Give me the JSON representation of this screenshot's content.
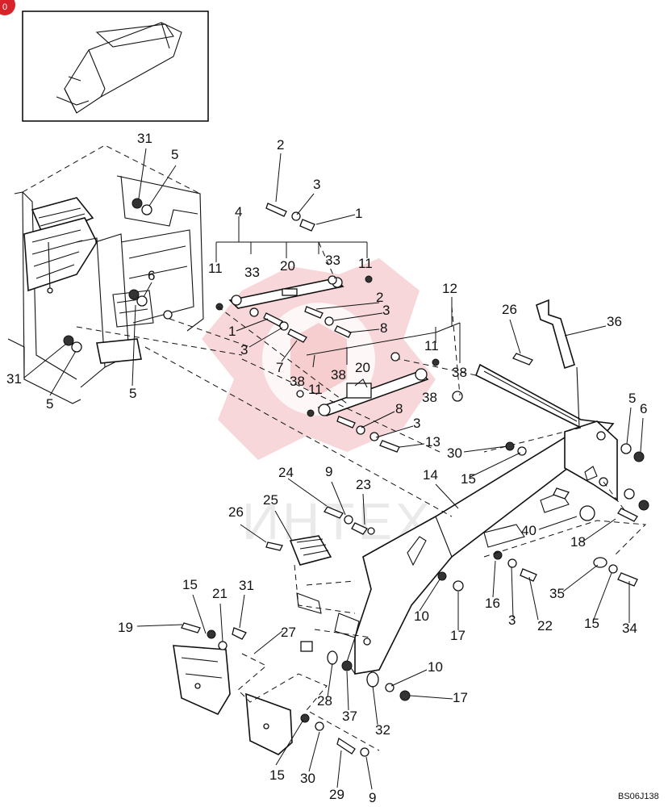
{
  "diagram": {
    "callouts": [
      {
        "text": "31"
      },
      {
        "text": "5"
      },
      {
        "text": "31"
      },
      {
        "text": "5"
      },
      {
        "text": "5"
      },
      {
        "text": "6"
      },
      {
        "text": "2"
      },
      {
        "text": "3"
      },
      {
        "text": "1"
      },
      {
        "text": "4"
      },
      {
        "text": "11"
      },
      {
        "text": "33"
      },
      {
        "text": "20"
      },
      {
        "text": "33"
      },
      {
        "text": "11"
      },
      {
        "text": "2"
      },
      {
        "text": "3"
      },
      {
        "text": "8"
      },
      {
        "text": "1"
      },
      {
        "text": "3"
      },
      {
        "text": "7"
      },
      {
        "text": "12"
      },
      {
        "text": "11"
      },
      {
        "text": "38"
      },
      {
        "text": "11"
      },
      {
        "text": "38"
      },
      {
        "text": "20"
      },
      {
        "text": "38"
      },
      {
        "text": "38"
      },
      {
        "text": "8"
      },
      {
        "text": "3"
      },
      {
        "text": "13"
      },
      {
        "text": "26"
      },
      {
        "text": "36"
      },
      {
        "text": "5"
      },
      {
        "text": "6"
      },
      {
        "text": "30"
      },
      {
        "text": "15"
      },
      {
        "text": "14"
      },
      {
        "text": "24"
      },
      {
        "text": "9"
      },
      {
        "text": "23"
      },
      {
        "text": "25"
      },
      {
        "text": "26"
      },
      {
        "text": "40"
      },
      {
        "text": "18"
      },
      {
        "text": "16"
      },
      {
        "text": "3"
      },
      {
        "text": "22"
      },
      {
        "text": "35"
      },
      {
        "text": "15"
      },
      {
        "text": "34"
      },
      {
        "text": "10"
      },
      {
        "text": "17"
      },
      {
        "text": "15"
      },
      {
        "text": "21"
      },
      {
        "text": "31"
      },
      {
        "text": "19"
      },
      {
        "text": "27"
      },
      {
        "text": "10"
      },
      {
        "text": "17"
      },
      {
        "text": "28"
      },
      {
        "text": "37"
      },
      {
        "text": "32"
      },
      {
        "text": "15"
      },
      {
        "text": "30"
      },
      {
        "text": "29"
      },
      {
        "text": "9"
      }
    ],
    "drawing_code": "BS06J138",
    "watermark_text": "ИНТЕХ",
    "corner_badge": "0",
    "colors": {
      "line": "#111111",
      "watermark_red": "#e8868a",
      "watermark_gray": "#d9d9d9",
      "badge_red": "#d8232a"
    }
  }
}
